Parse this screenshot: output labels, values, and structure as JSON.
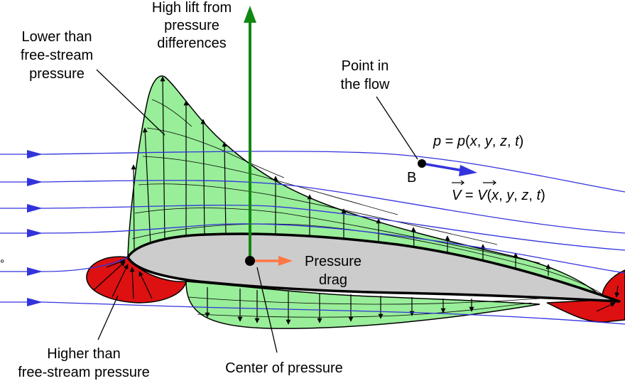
{
  "labels": {
    "lift_line1": "High lift from",
    "lift_line2": "pressure",
    "lift_line3": "differences",
    "low_line1": "Lower than",
    "low_line2": "free-stream",
    "low_line3": "pressure",
    "point_line1": "Point in",
    "point_line2": "the flow",
    "p_var": "p",
    "p_rhs": "= ",
    "p_func": "p",
    "p_args_open": "(",
    "arg_x": "x",
    "arg_y": "y",
    "arg_z": "z",
    "arg_t": "t",
    "p_args_close": ")",
    "point_name": "B",
    "v_var": "V",
    "v_eq": " = ",
    "v_func": "V",
    "drag_line1": "Pressure",
    "drag_line2": "drag",
    "high_line1": "Higher than",
    "high_line2": "free-stream pressure",
    "cp_label": "Center of pressure",
    "edge_symbol": "°"
  },
  "colors": {
    "low_pressure": "#99ee99",
    "high_pressure": "#dd1111",
    "airfoil": "#cccccc",
    "streamline": "#3333dd",
    "lift": "#118811",
    "drag": "#ff7744"
  }
}
